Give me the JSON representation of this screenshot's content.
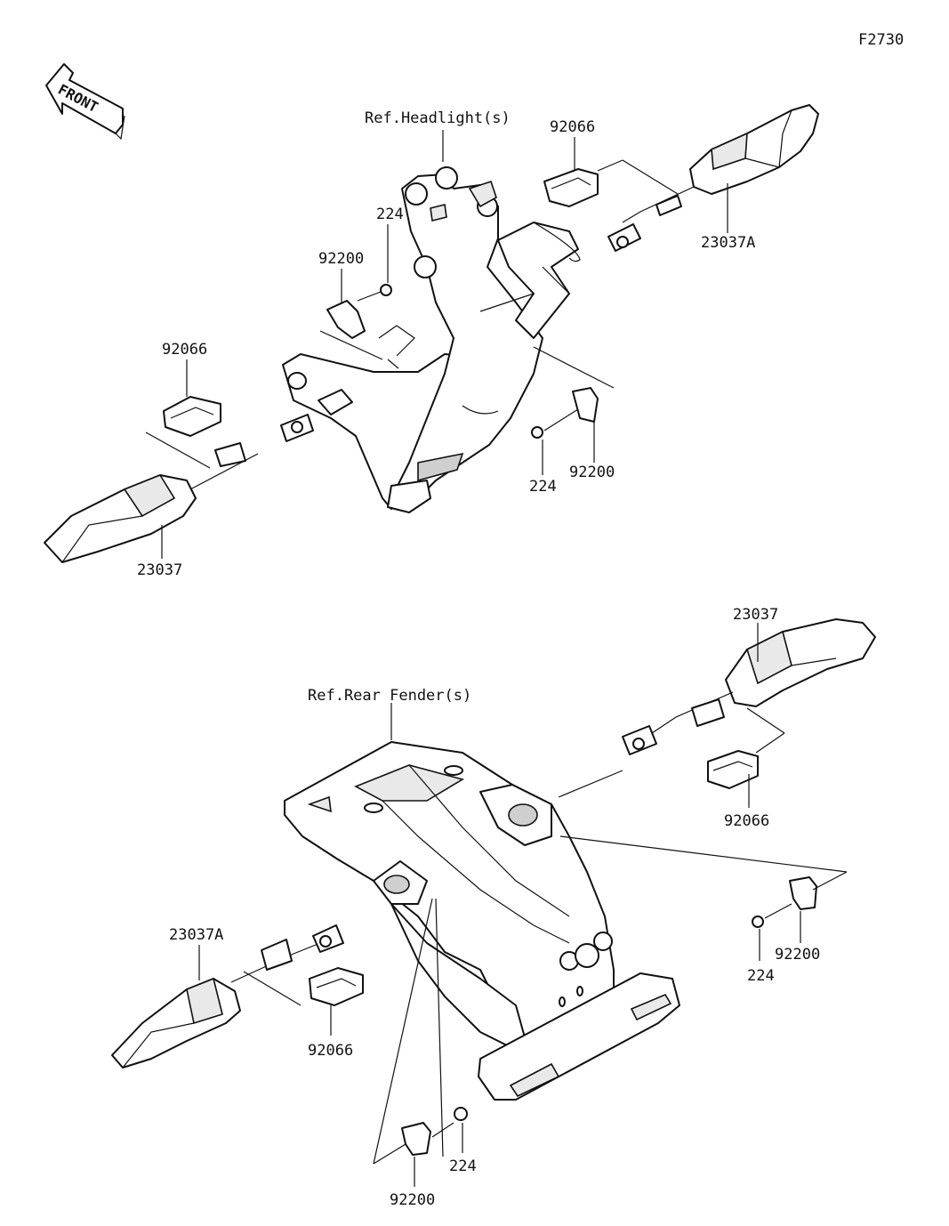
{
  "figure_code": "F2730",
  "front_badge": "FRONT",
  "references": {
    "headlight": "Ref.Headlight(s)",
    "rear_fender": "Ref.Rear Fender(s)"
  },
  "callouts": {
    "front_right_clip": "92066",
    "front_right_signal": "23037A",
    "front_upper_bracket": "92200",
    "front_upper_bolt": "224",
    "front_left_clip": "92066",
    "front_lower_bolt": "224",
    "front_lower_bracket": "92200",
    "front_left_signal": "23037",
    "rear_right_signal": "23037",
    "rear_right_clip": "92066",
    "rear_right_bolt": "224",
    "rear_right_bracket": "92200",
    "rear_left_signal": "23037A",
    "rear_left_clip": "92066",
    "rear_bottom_bolt": "224",
    "rear_bottom_bracket": "92200"
  }
}
